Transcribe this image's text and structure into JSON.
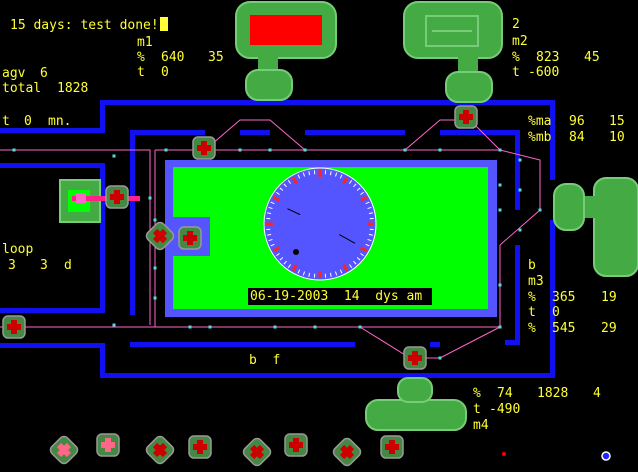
{
  "status": {
    "message": "15 days: test done!"
  },
  "machine1": {
    "name": "m1",
    "pct_label": "%",
    "pct_value": "640",
    "pct_extra": "35",
    "t_label": "t",
    "t_value": "0"
  },
  "machine2": {
    "number": "2",
    "name": "m2",
    "pct_label": "%",
    "pct_value": "823",
    "pct_extra": "45",
    "t_label": "t",
    "t_value": "-600"
  },
  "agv": {
    "label": "agv",
    "count": "6",
    "total_label": "total",
    "total_value": "1828"
  },
  "timer": {
    "label": "t",
    "value": "0",
    "unit": "mn."
  },
  "storage": {
    "ma_label": "%ma",
    "ma_value": "96",
    "ma_extra": "15",
    "mb_label": "%mb",
    "mb_value": "84",
    "mb_extra": "10"
  },
  "loop": {
    "label": "loop",
    "a": "3",
    "b": "3",
    "c": "d"
  },
  "machine3": {
    "b": "b",
    "name": "m3",
    "pct_label": "%",
    "pct_value": "365",
    "pct_extra": "19",
    "t_label": "t",
    "t_value": "0",
    "pct2_label": "%",
    "pct2_value": "545",
    "pct2_extra": "29"
  },
  "date": {
    "text": "06-19-2003  14  dys am"
  },
  "bottom_label": {
    "text": "b  f"
  },
  "machine4": {
    "pct_label": "%",
    "pct_value": "74",
    "total": "1828",
    "extra": "4",
    "t_label": "t",
    "t_value": "-490",
    "name": "m4"
  },
  "colors": {
    "track": "#1010f0",
    "floor": "#00ff00",
    "clock": "#5555ff",
    "machine": "#44aa44",
    "text": "#ffff33",
    "agv": "#cc0000",
    "path": "#ff66cc"
  },
  "clock": {
    "hour_fraction": 0.33,
    "minute_fraction": 0.82
  }
}
